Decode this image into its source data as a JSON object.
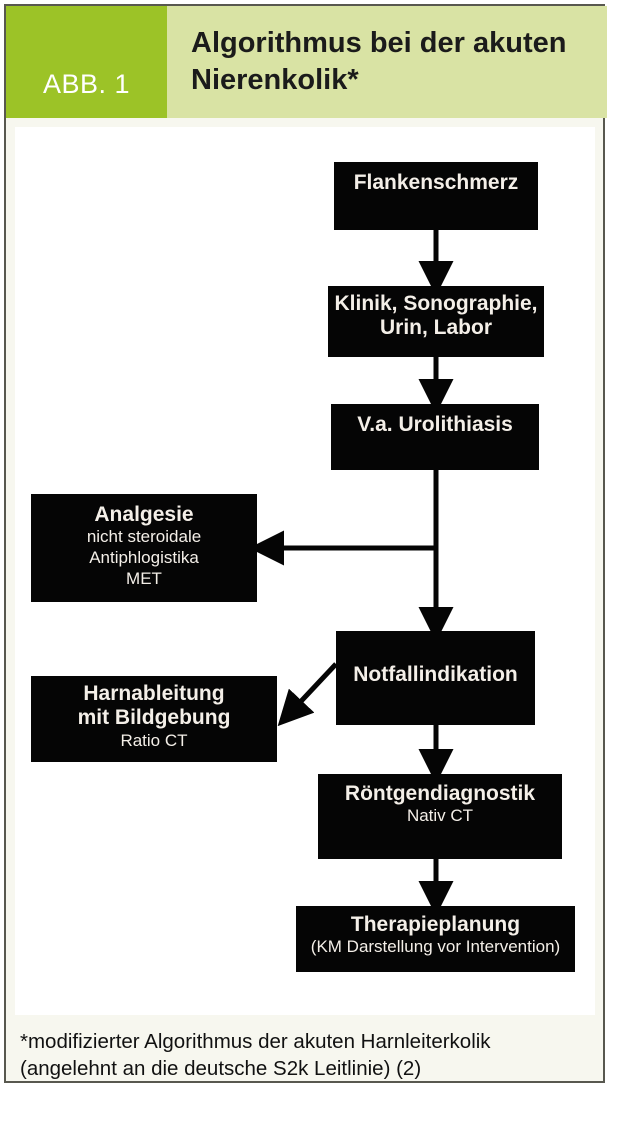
{
  "header": {
    "tag_label": "ABB. 1",
    "title": "Algorithmus bei der\nakuten Nierenkolik*",
    "tag_color": "#9cc327",
    "band_color": "#d9e3a4"
  },
  "flowchart": {
    "node_fill": "#050505",
    "node_text_color": "#f4efe8",
    "nodes": [
      {
        "id": "flankenschmerz",
        "title": "Flankenschmerz",
        "sub": ""
      },
      {
        "id": "klinik",
        "title": "Klinik, Sonographie,\nUrin, Labor",
        "sub": ""
      },
      {
        "id": "verdacht",
        "title": "V.a. Urolithiasis",
        "sub": ""
      },
      {
        "id": "analgesie",
        "title": "Analgesie",
        "sub": "nicht steroidale\nAntiphlogistika\nMET"
      },
      {
        "id": "notfall",
        "title": "Notfallindikation",
        "sub": ""
      },
      {
        "id": "harnableitung",
        "title": "Harnableitung\nmit Bildgebung",
        "sub": "Ratio CT"
      },
      {
        "id": "roentgen",
        "title": "Röntgendiagnostik",
        "sub": "Nativ CT"
      },
      {
        "id": "therapie",
        "title": "Therapieplanung",
        "sub": "(KM Darstellung vor Intervention)"
      }
    ],
    "edges": [
      {
        "from": "flankenschmerz",
        "to": "klinik",
        "style": "straight-down"
      },
      {
        "from": "klinik",
        "to": "verdacht",
        "style": "straight-down"
      },
      {
        "from": "verdacht",
        "to": "analgesie",
        "style": "elbow-left"
      },
      {
        "from": "verdacht",
        "to": "notfall",
        "style": "straight-down"
      },
      {
        "from": "notfall",
        "to": "harnableitung",
        "style": "diagonal-left"
      },
      {
        "from": "notfall",
        "to": "roentgen",
        "style": "straight-down"
      },
      {
        "from": "roentgen",
        "to": "therapie",
        "style": "straight-down"
      }
    ]
  },
  "footnote": {
    "text": "*modifizierter Algorithmus der akuten Harnleiterkolik\n(angelehnt an die deutsche S2k Leitlinie) (2)"
  }
}
